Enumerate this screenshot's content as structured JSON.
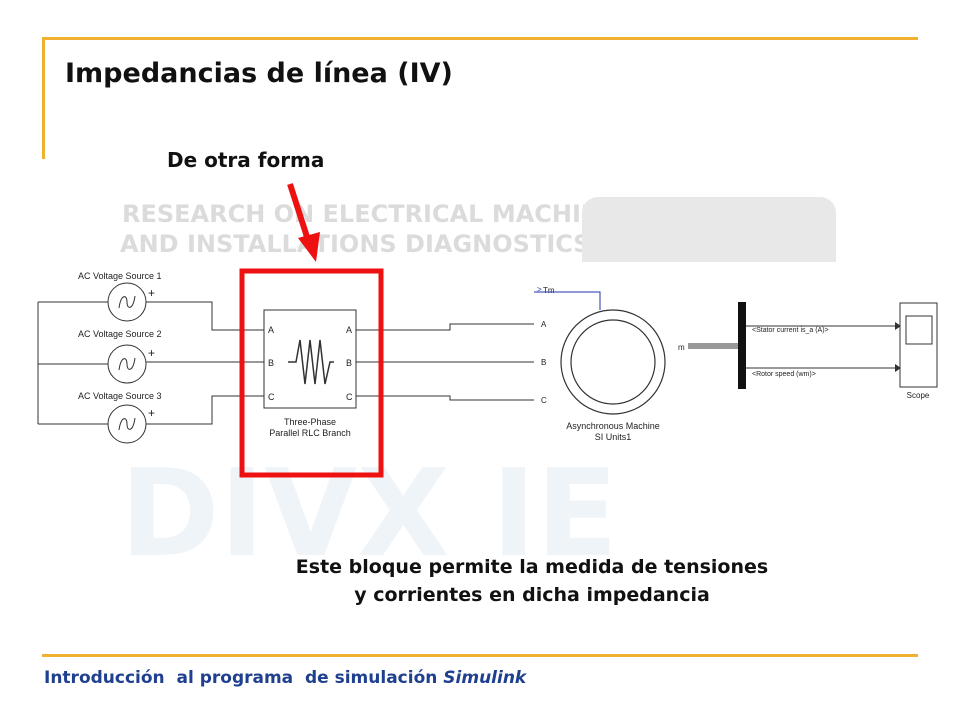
{
  "slide": {
    "title": "Impedancias de línea (IV)",
    "callout": "De otra forma",
    "description_line1": "Este bloque permite la medida de tensiones",
    "description_line2": "y corrientes en dicha impedancia",
    "footer_prefix": "Introducción  al programa  de simulación ",
    "footer_emphasis": "Simulink"
  },
  "watermark": {
    "line1": "RESEARCH ON ELECTRICAL MACHINES",
    "line2": "AND INSTALLATIONS DIAGNOSTICS"
  },
  "diagram": {
    "sources": [
      {
        "label": "AC Voltage Source 1",
        "plus": "+"
      },
      {
        "label": "AC Voltage Source 2",
        "plus": "+"
      },
      {
        "label": "AC Voltage Source 3",
        "plus": "+"
      }
    ],
    "rlc": {
      "ports_in": [
        "A",
        "B",
        "C"
      ],
      "ports_out": [
        "A",
        "B",
        "C"
      ],
      "caption_line1": "Three-Phase",
      "caption_line2": "Parallel RLC Branch"
    },
    "machine": {
      "input_tm": "Tm",
      "ports": [
        "A",
        "B",
        "C"
      ],
      "output_m": "m",
      "caption_line1": "Asynchronous Machine",
      "caption_line2": "SI Units1"
    },
    "bus_signals": [
      "<Stator current is_a (A)>",
      "<Rotor speed (wm)>"
    ],
    "scope_label": "Scope"
  },
  "colors": {
    "accent_line": "#f0b030",
    "highlight": "#ee1111",
    "footer_text": "#1f3f8f"
  }
}
